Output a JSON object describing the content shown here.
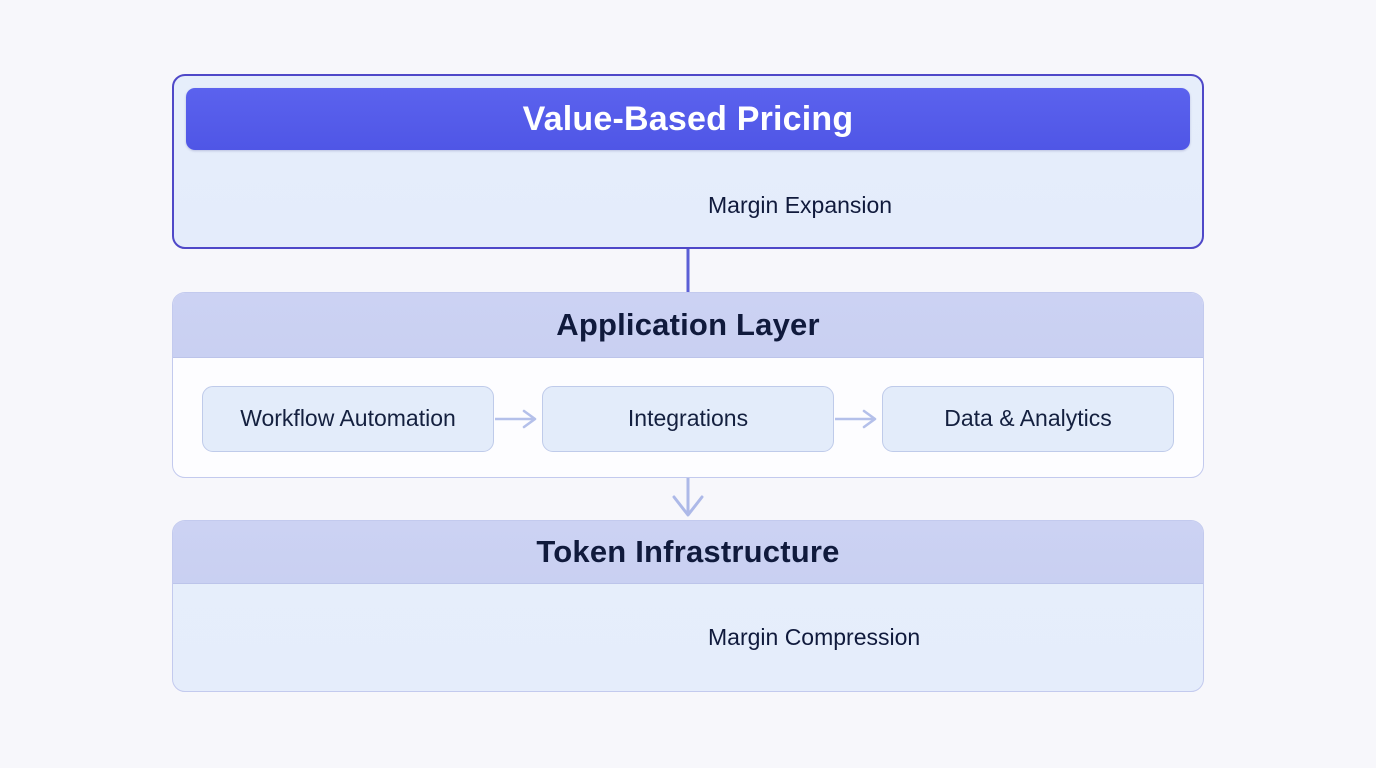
{
  "diagram": {
    "background_color": "#f7f7fb",
    "accent_color": "#5058e8",
    "border_color": "#4f48c8",
    "layers": [
      {
        "id": "value-based-pricing",
        "banner_label": "Value-Based Pricing",
        "flow_label": "Margin Expansion",
        "flow_direction": "up"
      },
      {
        "id": "application-layer",
        "title": "Application Layer",
        "nodes": [
          {
            "label": "Workflow Automation"
          },
          {
            "label": "Integrations"
          },
          {
            "label": "Data & Analytics"
          }
        ],
        "connector_icon": "arrow-right-icon"
      },
      {
        "id": "token-infrastructure",
        "title": "Token Infrastructure",
        "flow_label": "Margin Compression",
        "flow_direction": "down"
      }
    ]
  }
}
